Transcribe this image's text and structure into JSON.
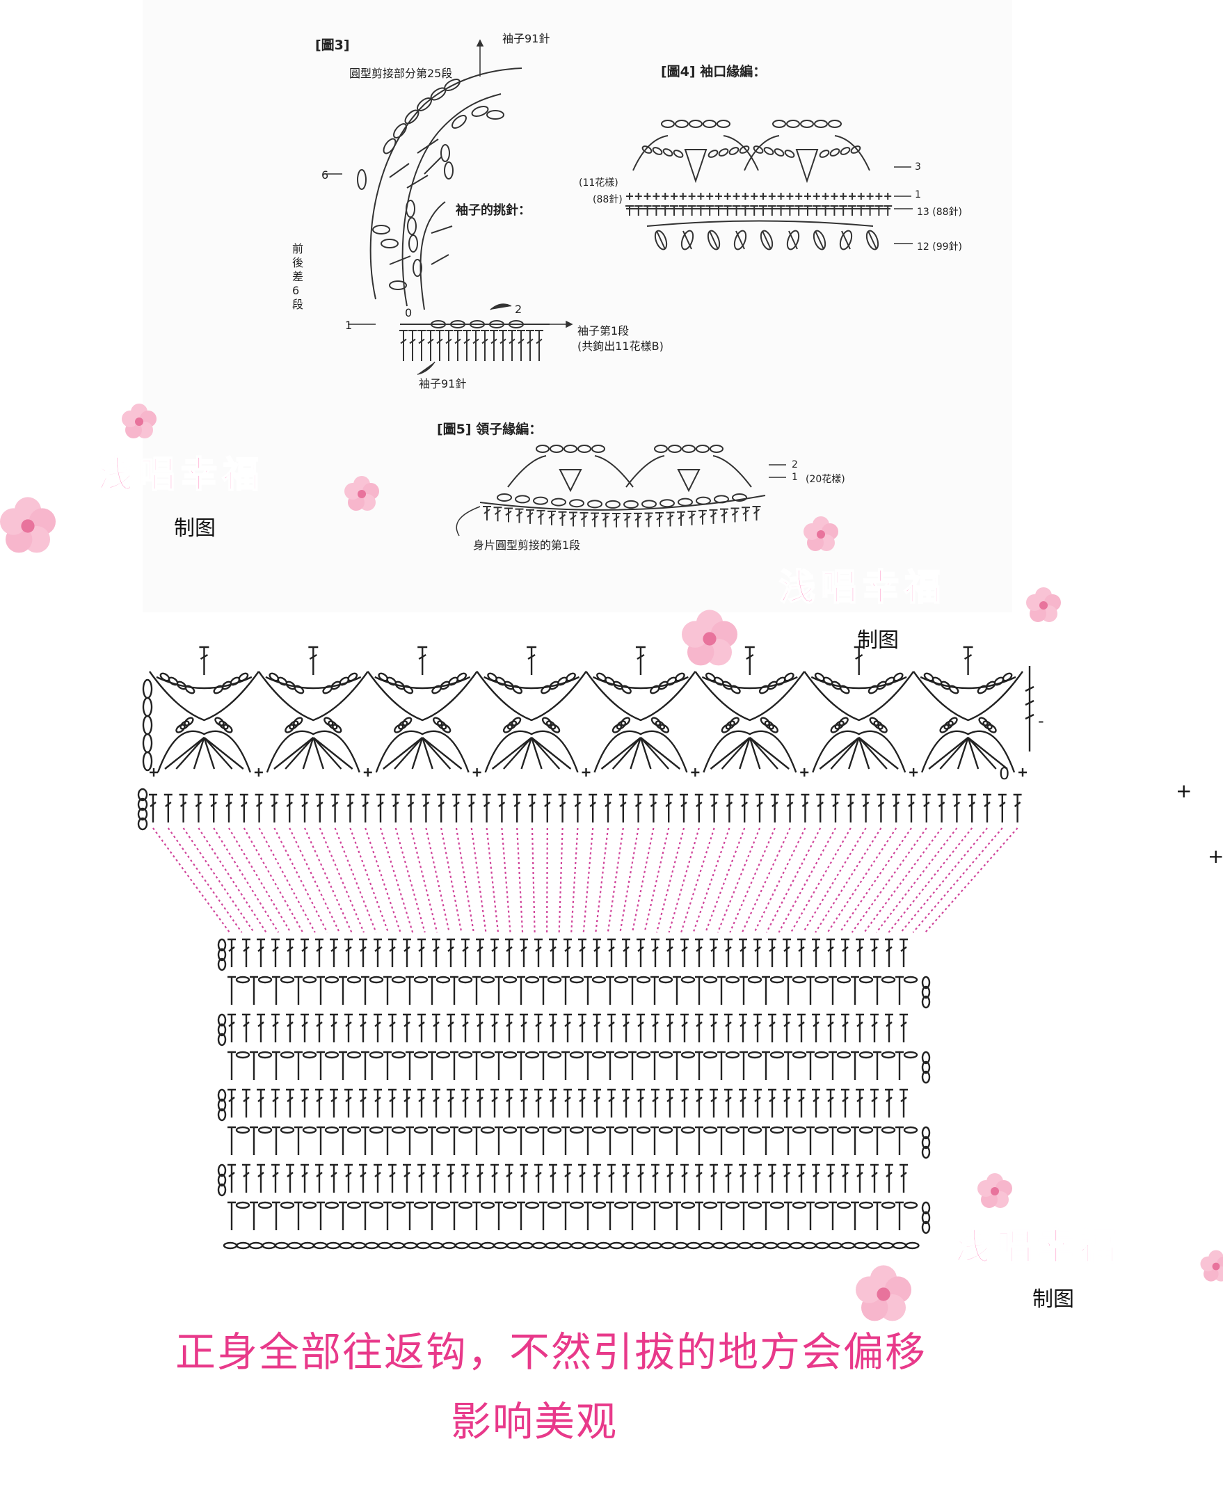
{
  "colors": {
    "ink": "#222222",
    "brand_pink": "#ff5aa5",
    "note_pink": "#e8398a",
    "connector_pink": "#d0449a",
    "flower": "#f7b6cc"
  },
  "figure3": {
    "title": "[圖3]",
    "top_label": "袖子91針",
    "round_label": "圓型剪接部分第25段",
    "center_label": "袖子的挑針：",
    "side_label": "前後差6段",
    "row6": "6",
    "row1": "1",
    "row2": "2",
    "zero": "0",
    "first_row_label": "袖子第1段",
    "first_row_note": "(共鉤出11花樣B)",
    "bottom_label": "袖子91針"
  },
  "figure4": {
    "title": "[圖4] 袖口緣編：",
    "left_top": "(11花樣)",
    "left_bottom": "(88針)",
    "row3": "3",
    "row1": "1",
    "row13": "13 (88針)",
    "row12": "12 (99針)"
  },
  "figure5": {
    "title": "[圖5] 領子緣編：",
    "row2": "2",
    "row1": "1",
    "row1_note": "(20花樣)",
    "bottom_label": "身片圓型剪接的第1段"
  },
  "watermarks": [
    {
      "brand": "浅唱幸福",
      "credit": "制图"
    },
    {
      "brand": "浅唱幸福",
      "credit": "制图"
    },
    {
      "brand": "浅唱幸福",
      "credit": "制图"
    }
  ],
  "main_chart": {
    "end_mark": "0",
    "dash": "-"
  },
  "note": {
    "line1": "正身全部往返钩，不然引拔的地方会偏移",
    "line2": "影响美观"
  },
  "plus_marks": [
    "+",
    "+"
  ]
}
